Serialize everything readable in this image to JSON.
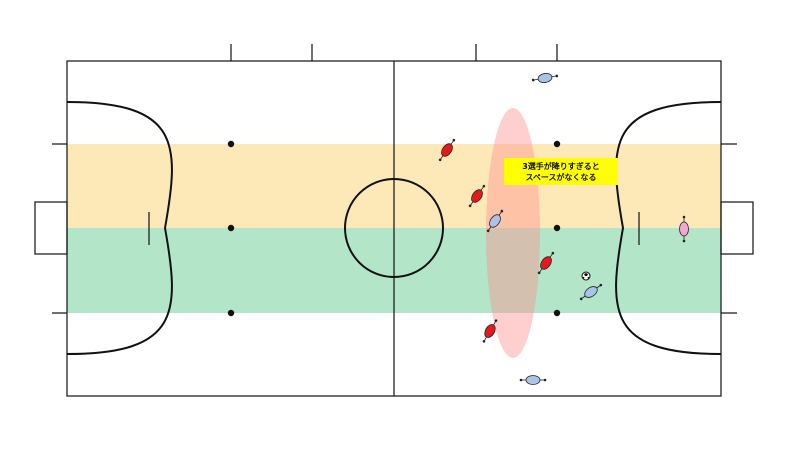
{
  "annotation": {
    "line1": "3選手が降りすぎると",
    "line2": "スペースがなくなる"
  },
  "colors": {
    "court_line": "#111111",
    "upper_band": "#fde9b8",
    "lower_band": "#b3e5c8",
    "highlight_ellipse": "#ff9a9a",
    "callout_bg": "#ffff00",
    "attacker": "#e31a1c",
    "defender": "#a9c4e6",
    "goalkeeper": "#f4a6cf",
    "ball": "#ffffff"
  },
  "players": {
    "attackers": 4,
    "defenders": 4,
    "goalkeepers": 1
  }
}
